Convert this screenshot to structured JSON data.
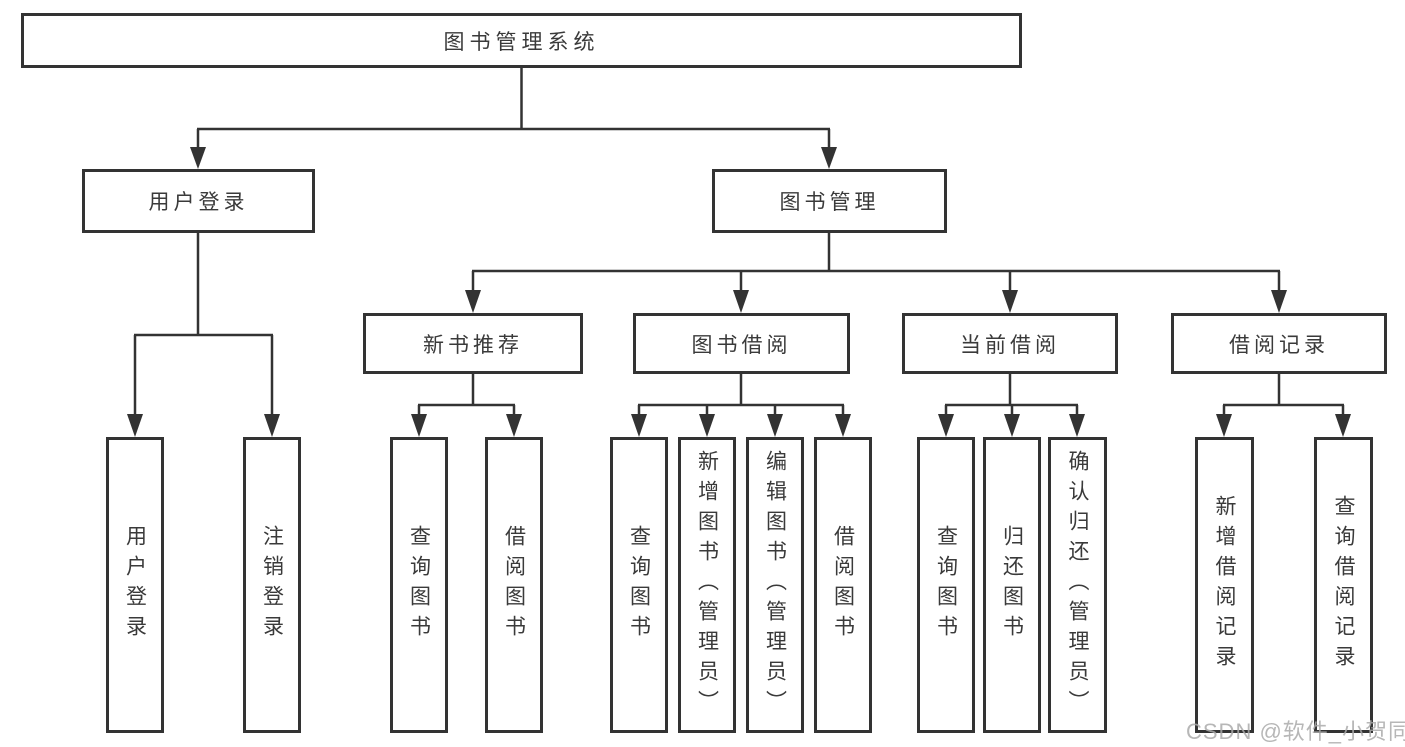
{
  "tree": {
    "root": "图书管理系统",
    "user_login": {
      "label": "用户登录",
      "children": [
        "用户登录",
        "注销登录"
      ]
    },
    "book_mgmt": {
      "label": "图书管理",
      "sections": {
        "new_books": {
          "label": "新书推荐",
          "children": [
            "查询图书",
            "借阅图书"
          ]
        },
        "borrowing": {
          "label": "图书借阅",
          "children": [
            "查询图书",
            "新增图书（管理员）",
            "编辑图书（管理员）",
            "借阅图书"
          ]
        },
        "current": {
          "label": "当前借阅",
          "children": [
            "查询图书",
            "归还图书",
            "确认归还（管理员）"
          ]
        },
        "records": {
          "label": "借阅记录",
          "children": [
            "新增借阅记录",
            "查询借阅记录"
          ]
        }
      }
    }
  },
  "watermark": "CSDN @软件_小贺同学",
  "colors": {
    "line": "#333333",
    "text": "#3a3a3a",
    "watermark": "#aaaaaa",
    "background": "#ffffff"
  }
}
